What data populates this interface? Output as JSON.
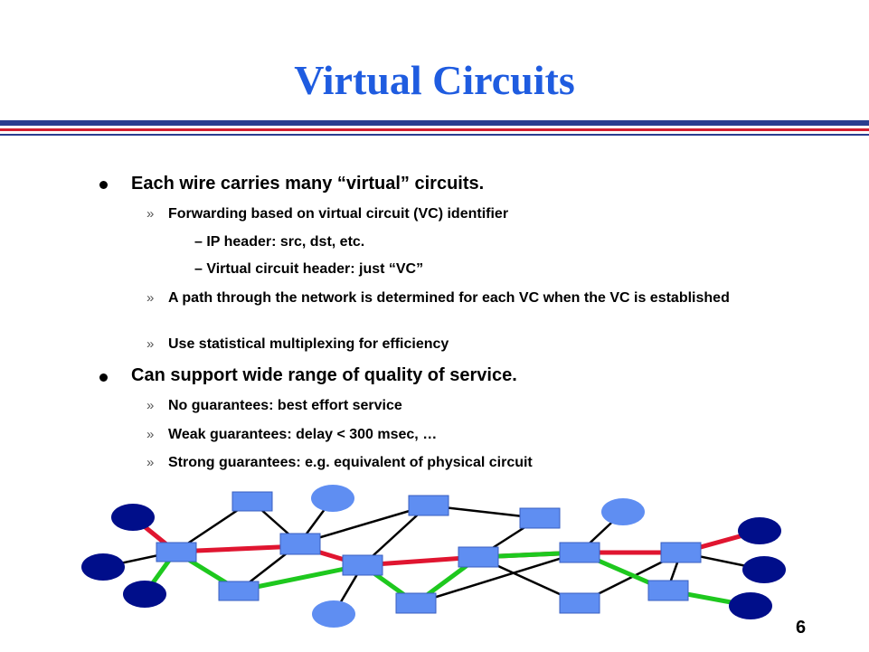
{
  "slide": {
    "title": "Virtual Circuits",
    "page_number": "6",
    "bullets": [
      {
        "text": "Each wire carries many “virtual” circuits.",
        "subs": [
          {
            "text": "Forwarding based on virtual circuit (VC) identifier",
            "subs": [
              "–   IP header:  src, dst, etc.",
              "–  Virtual circuit header:  just  “VC”"
            ]
          },
          {
            "text": "A path through the network is determined for each VC when the VC is established"
          },
          {
            "text": "Use statistical multiplexing for efficiency"
          }
        ]
      },
      {
        "text": "Can support wide range of quality of service.",
        "subs": [
          {
            "text": "No guarantees: best effort service"
          },
          {
            "text": "Weak guarantees: delay < 300 msec, …"
          },
          {
            "text": "Strong guarantees: e.g. equivalent of physical circuit"
          }
        ]
      }
    ],
    "sub_marker": "»",
    "bullet_marker": "l"
  },
  "diagram": {
    "colors": {
      "host_dark": "#000e8a",
      "host_light": "#5f8ef2",
      "router": "#5f8ef2",
      "link": "#000000",
      "vc_red": "#e01530",
      "vc_green": "#1ec81e"
    },
    "legend": []
  }
}
